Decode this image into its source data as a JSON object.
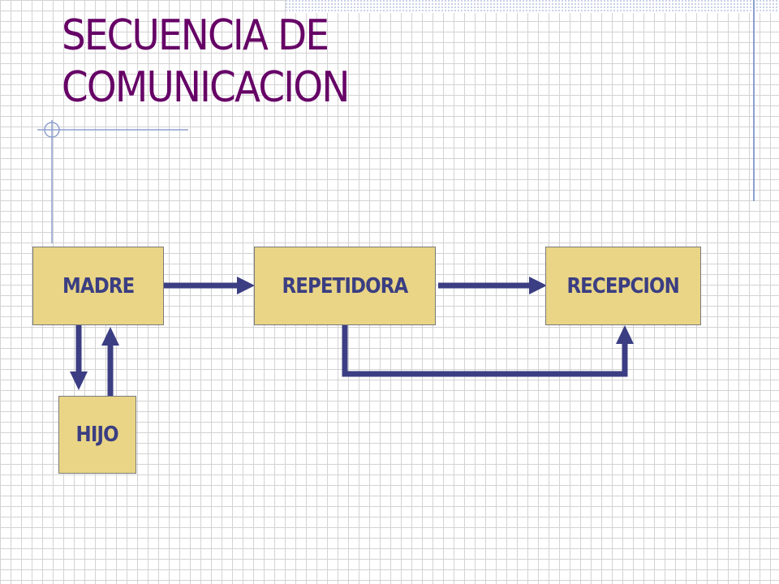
{
  "slide": {
    "title_line1": "SECUENCIA DE",
    "title_line2": "COMUNICACION"
  },
  "nodes": {
    "madre": "MADRE",
    "repetidora": "REPETIDORA",
    "recepcion": "RECEPCION",
    "hijo": "HIJO"
  },
  "colors": {
    "title": "#660066",
    "box_fill": "#e9d585",
    "box_text": "#3b3e82",
    "arrow": "#3b3e82",
    "accent_line": "#8e9fcf",
    "top_bar": "#c8d1e8"
  }
}
